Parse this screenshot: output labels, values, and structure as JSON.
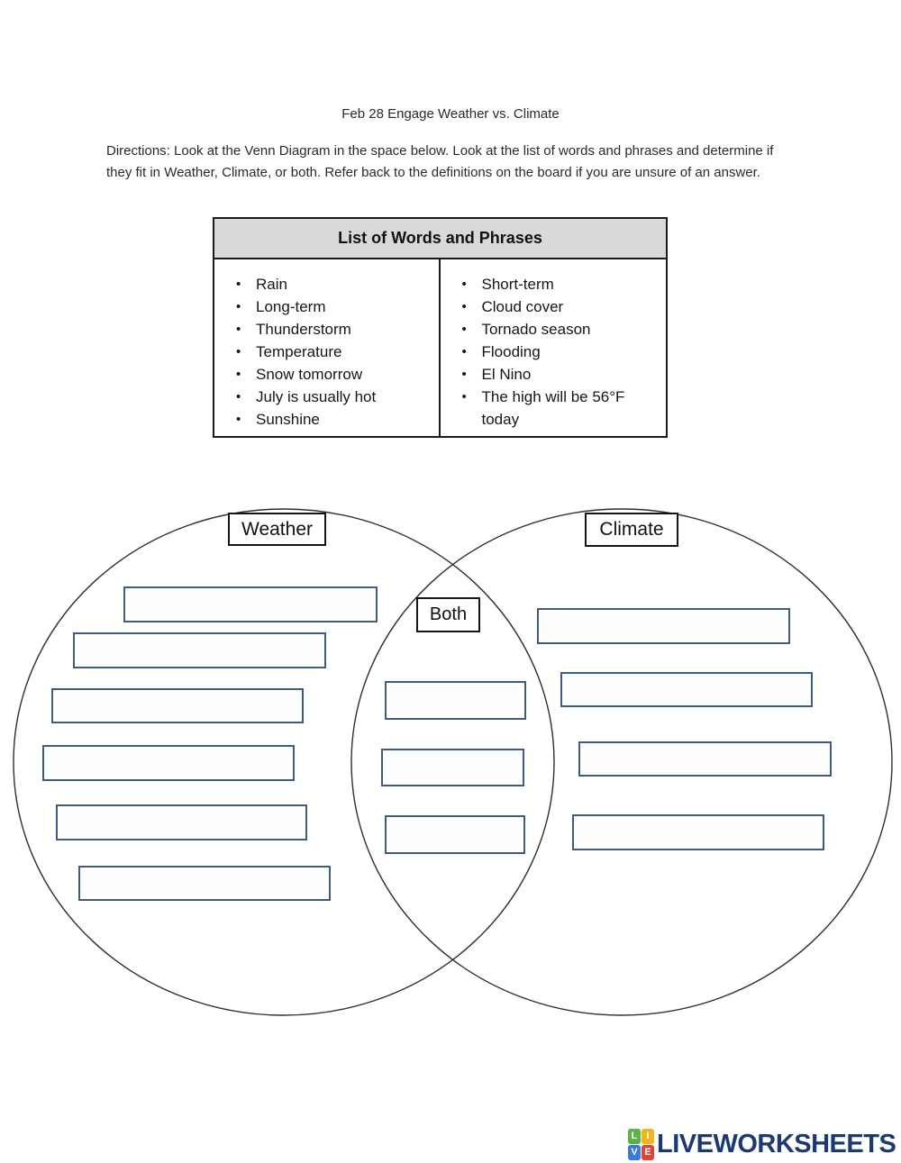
{
  "page": {
    "title": "Feb 28 Engage Weather vs. Climate",
    "directions": "Directions: Look at the Venn Diagram in the space below. Look at the list of words and phrases and determine if they fit in Weather, Climate, or both. Refer back to the definitions on the board if you are unsure of an answer."
  },
  "word_table": {
    "header": "List of Words and Phrases",
    "left_column": [
      "Rain",
      "Long-term",
      "Thunderstorm",
      "Temperature",
      "Snow tomorrow",
      "July is usually hot",
      "Sunshine"
    ],
    "right_column": [
      "Short-term",
      "Cloud cover",
      "Tornado season",
      "Flooding",
      "El Nino",
      "The high will be 56°F today"
    ]
  },
  "venn": {
    "left_label": "Weather",
    "middle_label": "Both",
    "right_label": "Climate",
    "weather_slots": [
      "",
      "",
      "",
      "",
      "",
      ""
    ],
    "both_slots": [
      "",
      "",
      ""
    ],
    "climate_slots": [
      "",
      "",
      "",
      ""
    ]
  },
  "footer": {
    "brand": "LIVEWORKSHEETS",
    "icon_letters": [
      "L",
      "I",
      "V",
      "E"
    ]
  },
  "colors": {
    "slot_border": "#3e5c7e",
    "table_header_bg": "#d9d9d9",
    "circle_stroke": "#2f2f2f",
    "brand_navy": "#1c3a70",
    "icon_green": "#5cb14a",
    "icon_yellow": "#f0b41c",
    "icon_blue": "#3a7ad9",
    "icon_red": "#df4439"
  }
}
